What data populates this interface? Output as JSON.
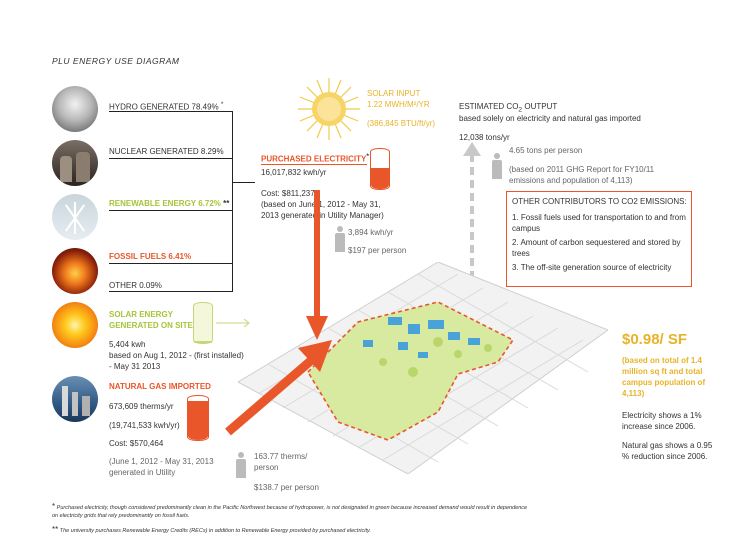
{
  "title": "PLU ENERGY USE DIAGRAM",
  "sources": {
    "hydro": "HYDRO GENERATED 78.49%",
    "hydro_mark": "*",
    "nuclear": "NUCLEAR GENERATED 8.29%",
    "renewable": "RENEWABLE ENERGY 6.72%",
    "renewable_mark": "**",
    "fossil": "FOSSIL FUELS 6.41%",
    "other": "OTHER 0.09%"
  },
  "solar_input": {
    "label": "SOLAR INPUT",
    "value": "1.22 MWH/M²/YR",
    "btu": "(386,845 BTU/ft/yr)"
  },
  "purchased": {
    "label": "PURCHASED ELECTRICITY",
    "mark": "*",
    "usage": "16,017,832 kwh/yr",
    "cost": "Cost: $811,237",
    "basis": "(based on June 1, 2012 - May 31, 2013 generated in Utility Manager)",
    "per_person_kwh": "3,894 kwh/yr",
    "per_person_cost": "$197 per person"
  },
  "co2": {
    "title_a": "ESTIMATED CO",
    "title_sub": "2",
    "title_b": " OUTPUT",
    "basis": "based solely on electricity and natural gas imported",
    "total": "12,038 tons/yr",
    "per_person": "4.65 tons per person",
    "report": "(based on 2011 GHG Report for FY10/11 emissions and population of 4,113)"
  },
  "contributors": {
    "title": "OTHER CONTRIBUTORS TO CO2 EMISSIONS:",
    "items": [
      "1. Fossil fuels used for transportation to and from campus",
      "2. Amount of carbon sequestered and stored by trees",
      "3. The off-site generation source of electricity"
    ]
  },
  "solar_site": {
    "label_1": "SOLAR ENERGY",
    "label_2": "GENERATED ON SITE",
    "usage": "5,404 kwh",
    "basis": "based on Aug 1, 2012 - (first installed) - May 31 2013"
  },
  "gas": {
    "label": "NATURAL GAS IMPORTED",
    "therms": "673,609 therms/yr",
    "btu": "(19,741,533 kwh/yr)",
    "cost": "Cost: $570,464",
    "basis": "(June 1, 2012 - May 31, 2013 generated in Utility",
    "per_person_therms": "163.77 therms/ person",
    "per_person_cost": "$138.7 per person"
  },
  "cost_sf": {
    "value": "$0.98/ SF",
    "basis": "(based on total of 1.4 million sq ft and total campus population of 4,113)",
    "electricity": "Electricity shows a 1% increase since 2006.",
    "gas": "Natural gas shows a 0.95 % reduction since 2006."
  },
  "footnotes": {
    "one_mark": "*",
    "one": "Purchased electricity, though considered predominantly clean in the Pacific Northwest because of hydropower, is not designated in green because increased demand would result in dependence on electricity grids that rely predominantly on fossil fuels.",
    "two_mark": "**",
    "two": "The university purchases Renewable Energy Credits (RECs) in addition to Renewable Energy provided by purchased electricity."
  },
  "colors": {
    "orange": "#e8562a",
    "yellow": "#e8b328",
    "green": "#a6c43b"
  }
}
